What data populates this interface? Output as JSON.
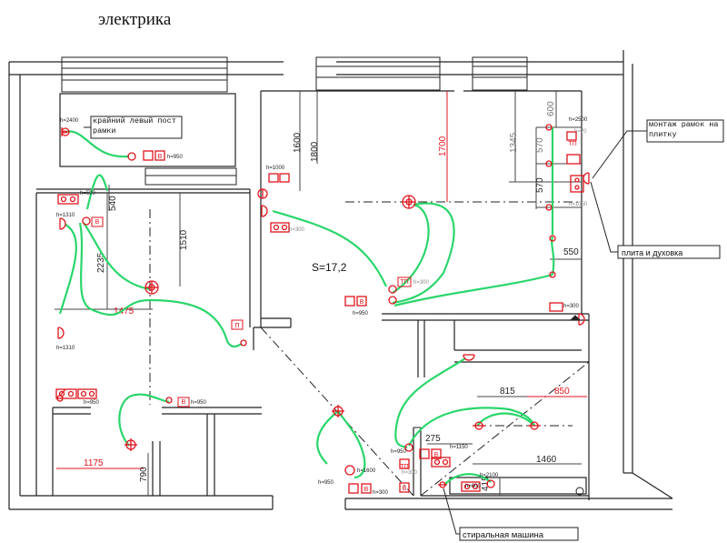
{
  "title": "электрика",
  "area_label": "S=17,2",
  "callouts": {
    "left_post": "крайний левый пост рамки",
    "tile_frames": "монтаж рамок на плитку",
    "stove_oven": "плита и духовка",
    "washer": "стиральная машина"
  },
  "dims": {
    "d2235": "2235",
    "d1475": "1475",
    "d1510": "1510",
    "d540": "540",
    "d1600": "1600",
    "d1800": "1800",
    "d1700": "1700",
    "d1345": "1345",
    "d600": "600",
    "d570a": "570",
    "d570b": "570",
    "d550": "550",
    "d815": "815",
    "d850": "850",
    "d275": "275",
    "d1460": "1460",
    "d415": "415",
    "d1175": "1175",
    "d790": "790"
  },
  "heights": {
    "h2400": "h=2400",
    "h950_top": "h=950",
    "h590": "h=590",
    "h1310a": "h=1310",
    "h1310b": "h=1310",
    "h1000": "h=1000",
    "h300a": "h=300",
    "h300b": "h=300",
    "h950_mid": "h=950",
    "h2500": "h=2500",
    "h70": "h=70",
    "h1050": "h=1050",
    "h300c": "h=300",
    "h950_lower": "h=950",
    "h950_b": "h=950",
    "h1150": "h=1150",
    "h300d": "h=300",
    "h2100": "h=2100",
    "h600": "h=600",
    "h1600": "h=1600",
    "h950_c": "h=950",
    "h300e": "h=300"
  },
  "symbols": {
    "v": "В",
    "p": "П",
    "tp": "ТП"
  },
  "colors": {
    "wire": "#2ad66b",
    "device": "#e0141c",
    "line": "#222222",
    "dim": "#444444"
  }
}
